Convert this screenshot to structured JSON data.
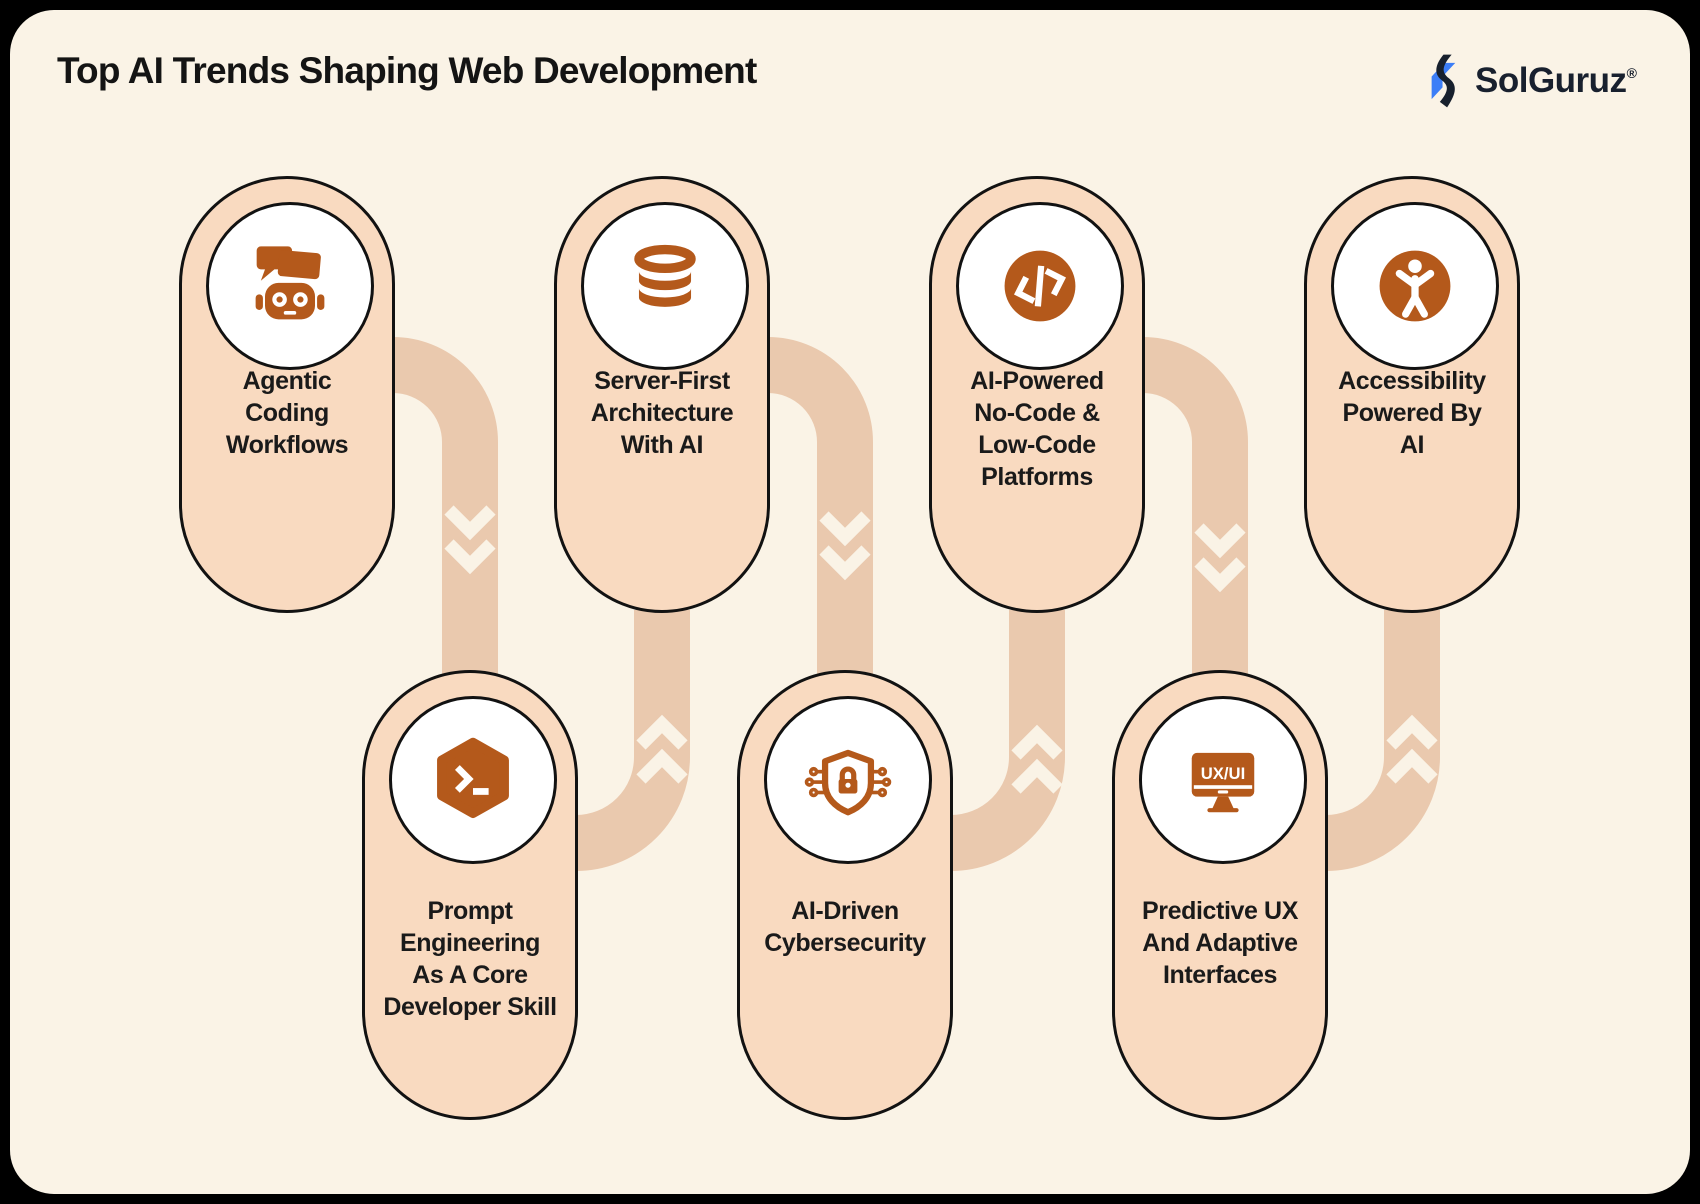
{
  "header": {
    "title": "Top AI Trends Shaping Web Development"
  },
  "logo": {
    "text": "SolGuruz",
    "registered_mark": "®",
    "bolt_icon": "lightning-bolt-icon",
    "bolt_blue": "#3C7EF7",
    "text_color": "#18202E"
  },
  "colors": {
    "frame_background": "#000000",
    "panel_background": "#FAF3E6",
    "card_fill": "#F9DAC0",
    "card_border": "#121212",
    "ribbon": "#EAC9AE",
    "chevron": "#FAF3E6",
    "icon_orange": "#B4591B",
    "circle_fill": "#FFFFFF",
    "text": "#1A1A1A"
  },
  "cards": [
    {
      "id": 1,
      "row": "top",
      "label": "Agentic Coding Workflows",
      "lines": [
        "Agentic",
        "Coding",
        "Workflows"
      ],
      "icon": "robot-chat-icon"
    },
    {
      "id": 2,
      "row": "top",
      "label": "Server-First Architecture With AI",
      "lines": [
        "Server-First",
        "Architecture",
        "With AI"
      ],
      "icon": "database-icon"
    },
    {
      "id": 3,
      "row": "top",
      "label": "AI-Powered No-Code & Low-Code Platforms",
      "lines": [
        "AI-Powered",
        "No-Code &",
        "Low-Code",
        "Platforms"
      ],
      "icon": "no-code-icon"
    },
    {
      "id": 4,
      "row": "top",
      "label": "Accessibility Powered By AI",
      "lines": [
        "Accessibility",
        "Powered By",
        "AI"
      ],
      "icon": "accessibility-icon"
    },
    {
      "id": 5,
      "row": "bottom",
      "label": "Prompt Engineering As A Core Developer Skill",
      "lines": [
        "Prompt",
        "Engineering",
        "As A Core",
        "Developer Skill"
      ],
      "icon": "terminal-prompt-icon"
    },
    {
      "id": 6,
      "row": "bottom",
      "label": "AI-Driven Cybersecurity",
      "lines": [
        "AI-Driven",
        "Cybersecurity"
      ],
      "icon": "shield-lock-icon"
    },
    {
      "id": 7,
      "row": "bottom",
      "label": "Predictive UX And Adaptive Interfaces",
      "lines": [
        "Predictive UX",
        "And Adaptive",
        "Interfaces"
      ],
      "icon": "ux-ui-monitor-icon"
    }
  ],
  "icons": {
    "monitor_text": "UX/UI"
  },
  "connectors": [
    {
      "from": "card-1",
      "to": "card-5",
      "direction": "down"
    },
    {
      "from": "card-5",
      "to": "card-2",
      "direction": "up"
    },
    {
      "from": "card-2",
      "to": "card-6",
      "direction": "down"
    },
    {
      "from": "card-6",
      "to": "card-3",
      "direction": "up"
    },
    {
      "from": "card-3",
      "to": "card-7",
      "direction": "down"
    },
    {
      "from": "card-7",
      "to": "card-4",
      "direction": "up"
    }
  ]
}
